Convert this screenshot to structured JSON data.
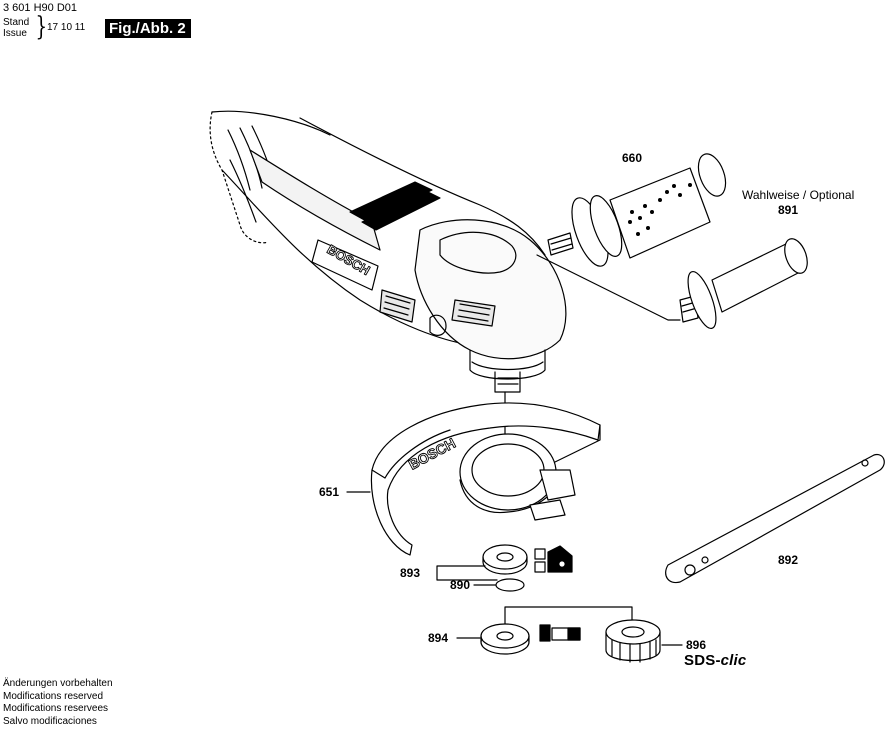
{
  "header": {
    "doc_id": "3 601 H90 D01",
    "stand_label": "Stand",
    "issue_label": "Issue",
    "brace": "}",
    "date": "17 10 11",
    "figure": "Fig./Abb. 2"
  },
  "brand_on_tool": "BOSCH",
  "brand_on_guard": "BOSCH",
  "optional_note": "Wahlweise / Optional",
  "parts": {
    "p660": "660",
    "p891": "891",
    "p651": "651",
    "p892": "892",
    "p893": "893",
    "p890": "890",
    "p894": "894",
    "p896": "896"
  },
  "sds": {
    "prefix": "SDS-",
    "suffix": "clic"
  },
  "notes": [
    "Änderungen vorbehalten",
    "Modifications reserved",
    "Modifications reservees",
    "Salvo modificaciones"
  ],
  "colors": {
    "ink": "#000000",
    "paper": "#ffffff",
    "shade": "#d9d9d9"
  }
}
